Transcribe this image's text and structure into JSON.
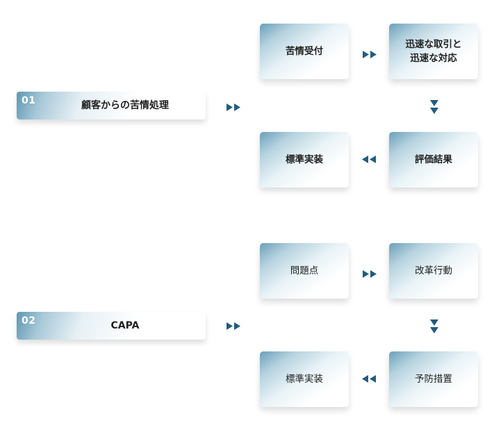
{
  "sections": [
    {
      "number": "01",
      "title": "顧客からの苦情処理",
      "steps": [
        "苦情受付",
        "迅速な取引と\n迅速な対応",
        "評価結果",
        "標準実装"
      ]
    },
    {
      "number": "02",
      "title": "CAPA",
      "steps": [
        "問題点",
        "改革行動",
        "予防措置",
        "標準実装"
      ]
    }
  ],
  "colors": {
    "arrow": "#1f5d80",
    "accent": "#5d97b3"
  },
  "icons": {
    "right": "double-arrow-right-icon",
    "left": "double-arrow-left-icon",
    "down": "double-arrow-down-icon"
  }
}
